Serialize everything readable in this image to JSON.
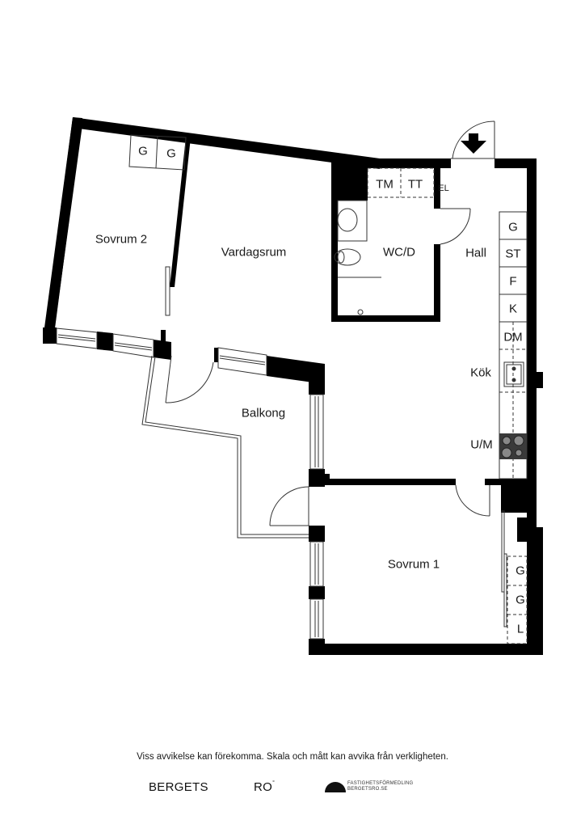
{
  "floorplan": {
    "rooms": {
      "sovrum2": "Sovrum 2",
      "vardagsrum": "Vardagsrum",
      "wcd": "WC/D",
      "hall": "Hall",
      "kok": "Kök",
      "balkong": "Balkong",
      "sovrum1": "Sovrum 1"
    },
    "fixtures": {
      "sovrum2_wardrobe_1": "G",
      "sovrum2_wardrobe_2": "G",
      "tm": "TM",
      "tt": "TT",
      "el": "EL",
      "hall_g": "G",
      "hall_st": "ST",
      "kitchen_f": "F",
      "kitchen_k": "K",
      "kitchen_dm": "DM",
      "kitchen_um": "U/M",
      "sovrum1_g1": "G",
      "sovrum1_g2": "G",
      "sovrum1_l": "L"
    },
    "colors": {
      "wall": "#000000",
      "line": "#333333",
      "stove": "#3a3a3a",
      "background": "#ffffff"
    }
  },
  "footer": {
    "disclaimer": "Viss avvikelse kan förekomma. Skala och mått kan avvika från verkligheten.",
    "brand_left": "BERGETS",
    "brand_mid": "RO",
    "brand_mid_mark": "°",
    "firm_line1": "FASTIGHETSFÖRMEDLING",
    "firm_line2": "BERGETSRO.SE"
  }
}
